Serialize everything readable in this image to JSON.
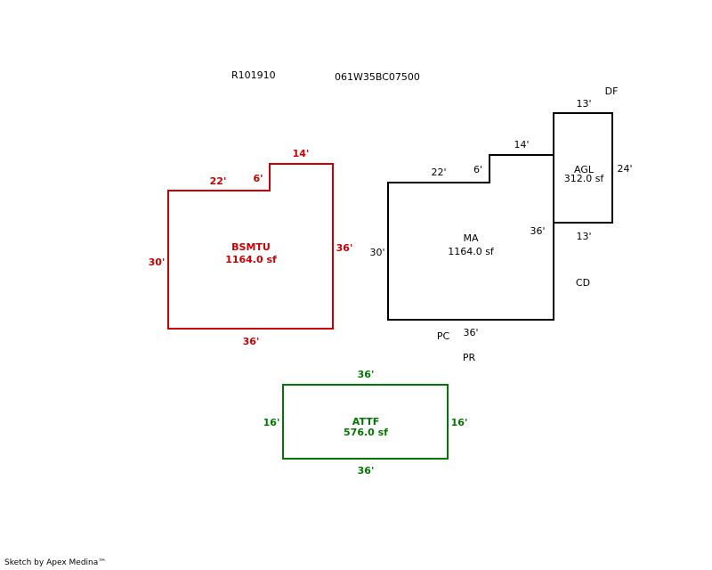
{
  "header": {
    "account_id": "R101910",
    "map_taxlot": "061W35BC07500"
  },
  "sketch": {
    "colors": {
      "main": "#000000",
      "basement": "#cc0000",
      "attached_garage": "#007700"
    },
    "bsmtu": {
      "name": "BSMTU",
      "area": "1164.0 sf",
      "dims": {
        "top_left": "22'",
        "step": "6'",
        "top_right": "14'",
        "left": "30'",
        "right": "36'",
        "bottom": "36'"
      }
    },
    "ma": {
      "name": "MA",
      "area": "1164.0 sf",
      "dims": {
        "top_left": "22'",
        "step": "6'",
        "top_right": "14'",
        "left": "30'",
        "right": "36'",
        "bottom": "36'"
      }
    },
    "agl": {
      "name": "AGL",
      "area": "312.0 sf",
      "dims": {
        "top": "13'",
        "right": "24'",
        "bottom": "13'"
      }
    },
    "attf": {
      "name": "ATTF",
      "area": "576.0 sf",
      "dims": {
        "top": "36'",
        "left": "16'",
        "right": "16'",
        "bottom": "36'"
      }
    },
    "codes": {
      "df": "DF",
      "cd": "CD",
      "pc": "PC",
      "pr": "PR"
    }
  },
  "footer": {
    "credit": "Sketch by Apex Medina™"
  }
}
